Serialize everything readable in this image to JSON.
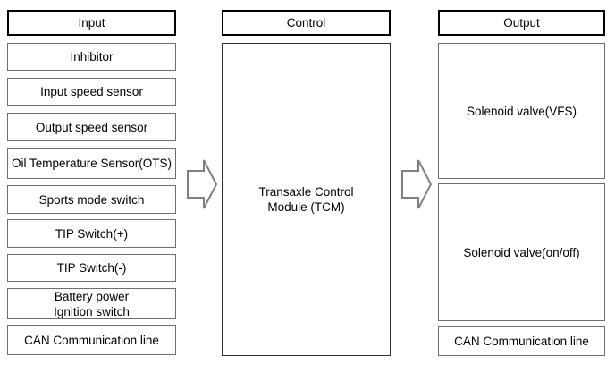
{
  "diagram": {
    "type": "block-diagram",
    "subject": "Transaxle Control Module input/control/output overview"
  },
  "colors": {
    "background": "#ffffff",
    "header_border": "#000000",
    "box_border": "#6e6e6e",
    "tcm_border": "#333333",
    "arrow_border": "#808080",
    "arrow_fill": "#ffffff",
    "text": "#000000"
  },
  "columns": {
    "input": {
      "header": "Input",
      "items": [
        {
          "label": "Inhibitor"
        },
        {
          "label": "Input speed sensor"
        },
        {
          "label": "Output speed sensor"
        },
        {
          "label": "Oil Temperature Sensor(OTS)"
        },
        {
          "label": "Sports mode switch"
        },
        {
          "label": "TIP Switch(+)"
        },
        {
          "label": "TIP Switch(-)"
        },
        {
          "label": "Battery power\nIgnition switch"
        },
        {
          "label": "CAN Communication line"
        }
      ]
    },
    "control": {
      "header": "Control",
      "module_label": "Transaxle Control\nModule (TCM)"
    },
    "output": {
      "header": "Output",
      "items": [
        {
          "label": "Solenoid valve(VFS)"
        },
        {
          "label": "Solenoid valve(on/off)"
        },
        {
          "label": "CAN Communication line"
        }
      ]
    }
  },
  "arrows": [
    {
      "name": "input-to-control",
      "direction": "right"
    },
    {
      "name": "control-to-output",
      "direction": "right"
    }
  ]
}
